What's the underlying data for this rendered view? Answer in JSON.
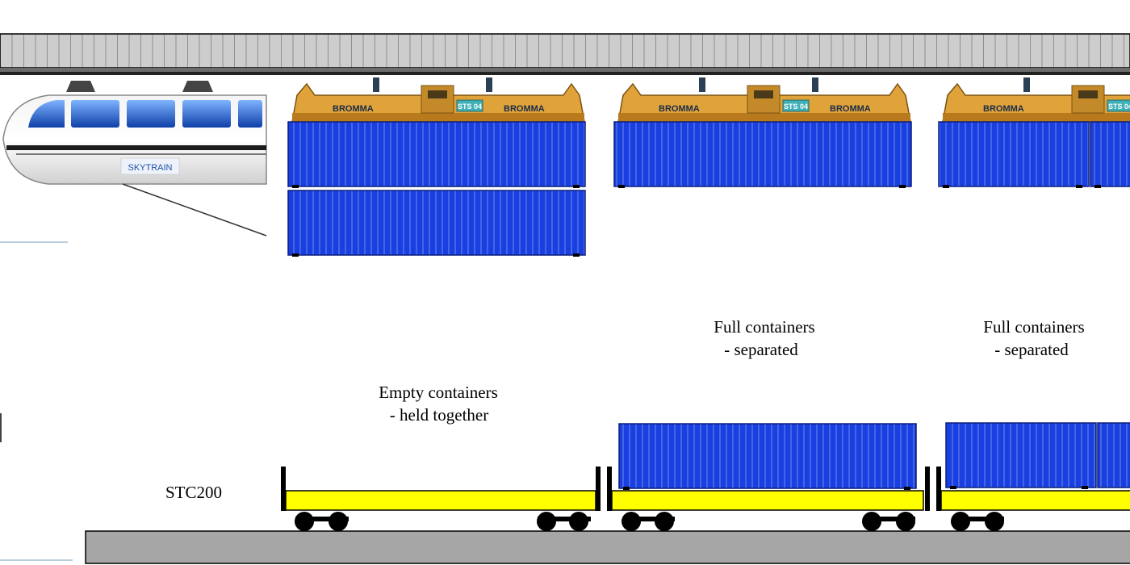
{
  "labels": {
    "model": "STC200",
    "empty_line1": "Empty containers",
    "empty_line2": "-  held together",
    "full_a_line1": "Full containers",
    "full_a_line2": "-  separated",
    "full_b_line1": "Full containers",
    "full_b_line2": "-  separated"
  },
  "spreaders": [
    {
      "brand": "BROMMA",
      "plate": "STS 04"
    },
    {
      "brand": "BROMMA",
      "plate": "STS 04"
    },
    {
      "brand": "BROMMA",
      "plate": "STS 04"
    }
  ],
  "skytrain_logo": "SKYTRAIN",
  "colors": {
    "container": "#1a3fe0",
    "wagon": "#ffff00",
    "rail": "#a6a6a6",
    "spreader": "#e0a33a",
    "track_beam": "#cdcdcd"
  }
}
